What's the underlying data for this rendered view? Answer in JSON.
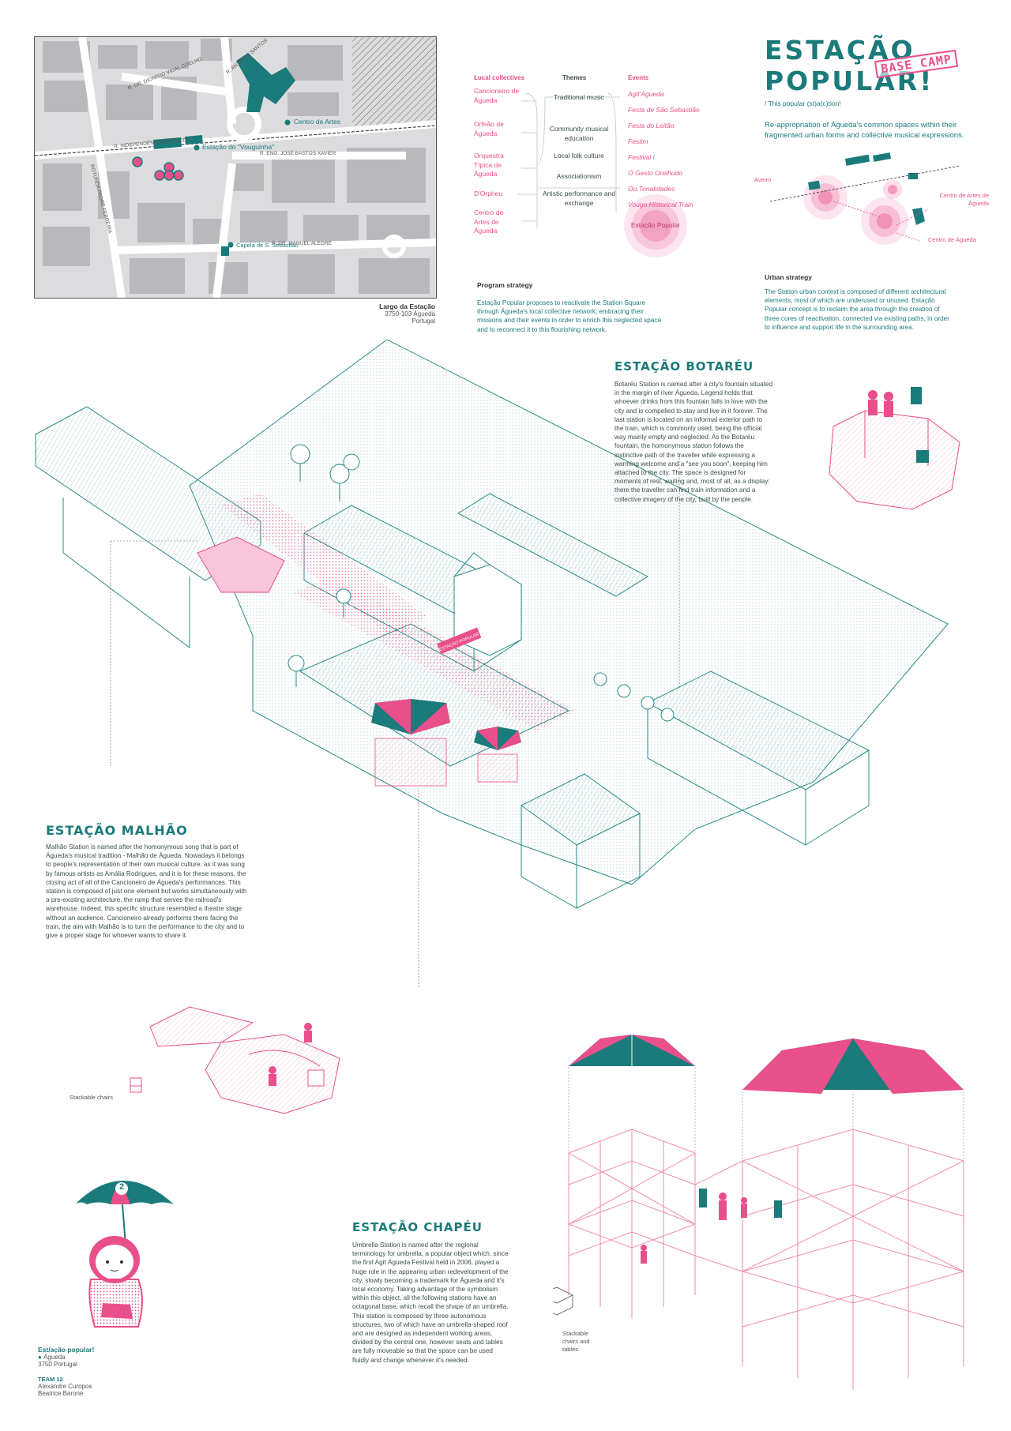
{
  "map": {
    "streets": [
      "R. DR. DIONÍSIO VIDAL COELHO",
      "R. ANTÓNIO SANTOS",
      "R. INDEPENDÊNCIA D'ÁGUEDA",
      "R. ENG. JOSÉ BASTOS XAVIER",
      "R. DR. MANUEL ALEGRE",
      "ROTUNDA PADRE FERREIRA"
    ],
    "places": {
      "centro_artes": "Centro de Artes",
      "estacao": "Estação do \"Vouguinha\"",
      "capela": "Capela de S. Sebastião"
    },
    "address": {
      "line1": "Largo da Estação",
      "line2": "3750-103 Águeda",
      "line3": "Portugal"
    }
  },
  "diagram": {
    "col_collectives": "Local collectives",
    "col_themes": "Themes",
    "col_events": "Events",
    "collectives": [
      "Cancioneiro de Águeda",
      "Orfeão de Águeda",
      "Orquestra Típica de Águeda",
      "D'Orpheu",
      "Centro de Artes de Águeda"
    ],
    "themes": [
      "Traditional music",
      "Community musical education",
      "Local folk culture",
      "Associationism",
      "Artistic performance and exchange"
    ],
    "events": [
      "Agit'Águeda",
      "Festa de São Sebastião",
      "Festa do Leitão",
      "Festim",
      "Festival i",
      "O Gesto Orelhudo",
      "Ou.Tonalidades",
      "Vougo Historical Train"
    ],
    "center": "Estação Popular"
  },
  "program": {
    "title": "Program strategy",
    "text": "Estação Popular proposes to reactivate the Station Square through Águeda's local collective network, embracing their missions and their events in order to enrich this neglected space and to reconnect it to this flourishing network."
  },
  "urban": {
    "title": "Urban strategy",
    "text": "The Station urban context is composed of different architectural elements, most of which are underused or unused. Estação Popular concept is to reclaim the area through the creation of three cores of reactivation, connected via existing paths, in order to influence and support life in the surrounding area.",
    "labels": [
      "Aveiro",
      "Centro de Artes de Águeda",
      "Centro de Águeda"
    ]
  },
  "title": {
    "main": "ESTAÇÃO POPULAR!",
    "stamp": "BASE CAMP",
    "subtitle": "/ This popular (st)a(c)tion!",
    "tagline": "Re-appropriation of Águeda's common spaces within their fragmented urban forms and collective musical expressions."
  },
  "botareu": {
    "title": "ESTAÇÃO BOTARÉU",
    "text": "Botaréu Station is named after a city's fountain situated in the margin of river Águeda. Legend holds that whoever drinks from this fountain falls in love with the city and is compelled to stay and live in it forever. The last station is located on an informal exterior path to the train, which is commonly used, being the official way mainly empty and neglected. As the Botaréu fountain, the homonymous station follows the instinctive path of the traveller while expressing a warming welcome and a \"see you soon\", keeping him attached to the city. The space is designed for moments of rest, waiting and, most of all, as a display: there the traveller can find train information and a collective imagery of the city, built by the people."
  },
  "malhao": {
    "title": "ESTAÇÃO MALHÃO",
    "text": "Malhão Station is named after the homonymous song that is part of Águeda's musical tradition - Malhão de Águeda. Nowadays it belongs to people's representation of their own musical culture, as it was sung by famous artists as Amália Rodrigues, and it is for these reasons, the closing act of all of the Cancioneiro de Águeda's performances. This station is composed of just one element but works simultaneously with a pre-existing architecture, the ramp that serves the railroad's warehouse. Indeed, this specific structure resembled a theatre stage without an audience. Cancioneiro already performs there facing the train, the aim with Malhão is to turn the performance to the city and to give a proper stage for whoever wants to share it.",
    "label": "Stackable chairs"
  },
  "chapeu": {
    "title": "ESTAÇÃO CHAPÉU",
    "text": "Umbrella Station is named after the regional terminology for umbrella, a popular object which, since the first Agit Águeda Festival held in 2006, played a huge role in the appearing urban redevelopment of the city, slowly becoming a trademark for Águeda and it's local economy. Taking advantage of the symbolism within this object, all the following stations have an octagonal base, which recall the shape of an umbrella. This station is composed by three autonomous structures, two of which have an umbrella-shaped roof and are designed as independent working areas, divided by the central one, however seats and tables are fully moveable so that the space can be used fluidly and change whenever it's needed.",
    "label": "Stackable chairs and tables"
  },
  "banner": "ESTAÇÃO POPULAR",
  "mascot_number": "2",
  "footer": {
    "title": "Est/ação popular!",
    "place": "Águeda",
    "postal": "3750 Portugal",
    "team": "TEAM 12",
    "member1": "Alexandre Curopos",
    "member2": "Beatrice Barone"
  },
  "colors": {
    "teal": "#1b7a7a",
    "pink": "#e94f8a",
    "light_pink": "#f8c6d8",
    "map_gray": "#c9c9cc"
  }
}
